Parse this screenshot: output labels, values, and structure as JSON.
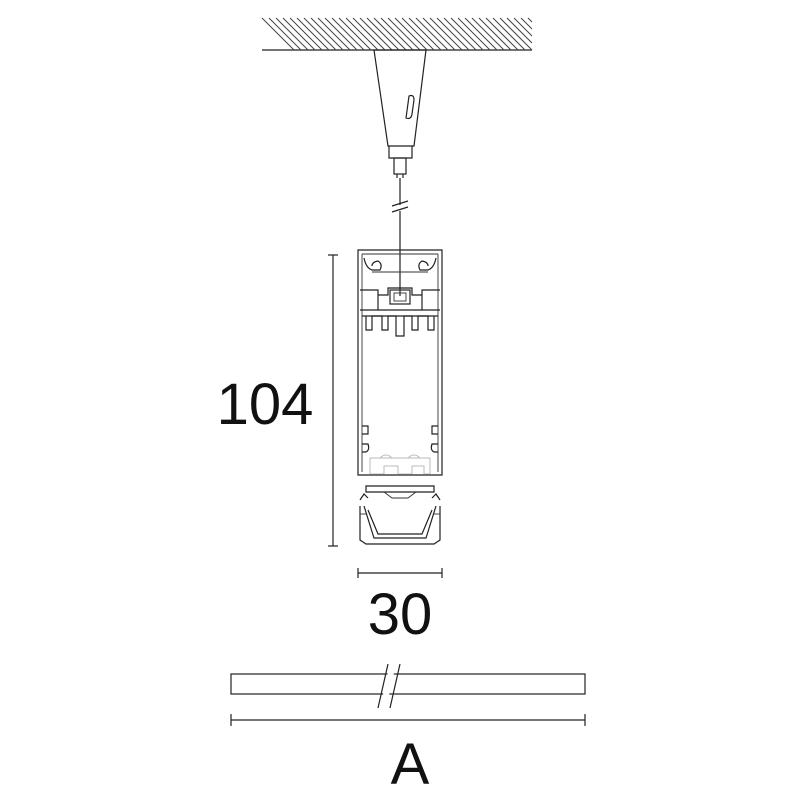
{
  "dimensions": {
    "height_label": "104",
    "width_label": "30",
    "length_label": "A"
  }
}
